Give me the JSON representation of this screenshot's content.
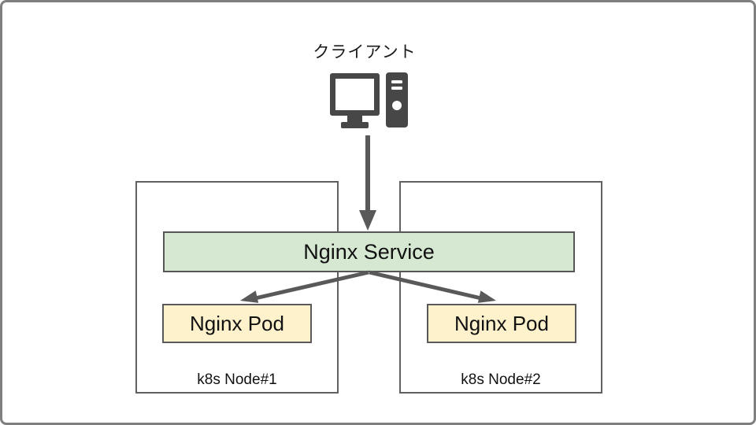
{
  "diagram": {
    "client": {
      "label": "クライアント",
      "icon": "desktop-computer-icon"
    },
    "service": {
      "label": "Nginx Service",
      "fill_color": "#d6e8d2"
    },
    "nodes": [
      {
        "label": "k8s Node#1",
        "pod": {
          "label": "Nginx Pod"
        }
      },
      {
        "label": "k8s Node#2",
        "pod": {
          "label": "Nginx Pod"
        }
      }
    ],
    "arrows": [
      {
        "name": "client-to-service",
        "from": "client",
        "to": "service"
      },
      {
        "name": "service-to-pod-1",
        "from": "service",
        "to": "pod-1"
      },
      {
        "name": "service-to-pod-2",
        "from": "service",
        "to": "pod-2"
      }
    ],
    "colors": {
      "service_fill": "#d6e8d2",
      "pod_fill": "#fdf2cc",
      "box_border": "#565656",
      "node_border": "#606060",
      "arrow": "#595959",
      "icon": "#474747",
      "frame_border": "#7f7f7f"
    }
  }
}
